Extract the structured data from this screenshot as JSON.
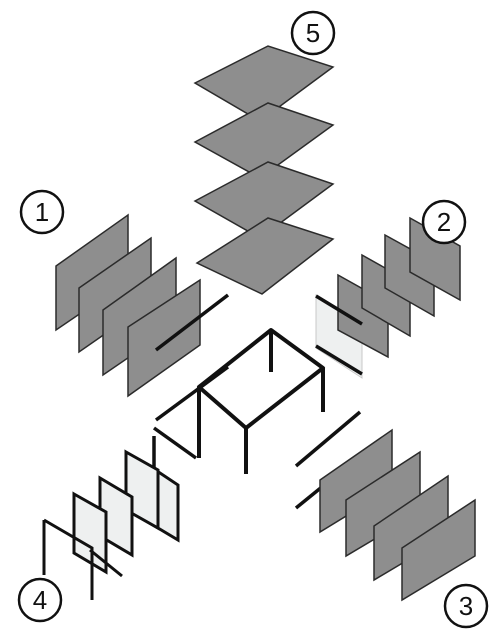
{
  "colors": {
    "panel_fill": "#8e8e8e",
    "panel_edge": "#2b2b2b",
    "glass_fill": "#eef0f0",
    "frame": "#111111",
    "callout_circle": "#ffffff",
    "callout_stroke": "#111111"
  },
  "callouts": {
    "c1": "1",
    "c2": "2",
    "c3": "3",
    "c4": "4",
    "c5": "5"
  }
}
